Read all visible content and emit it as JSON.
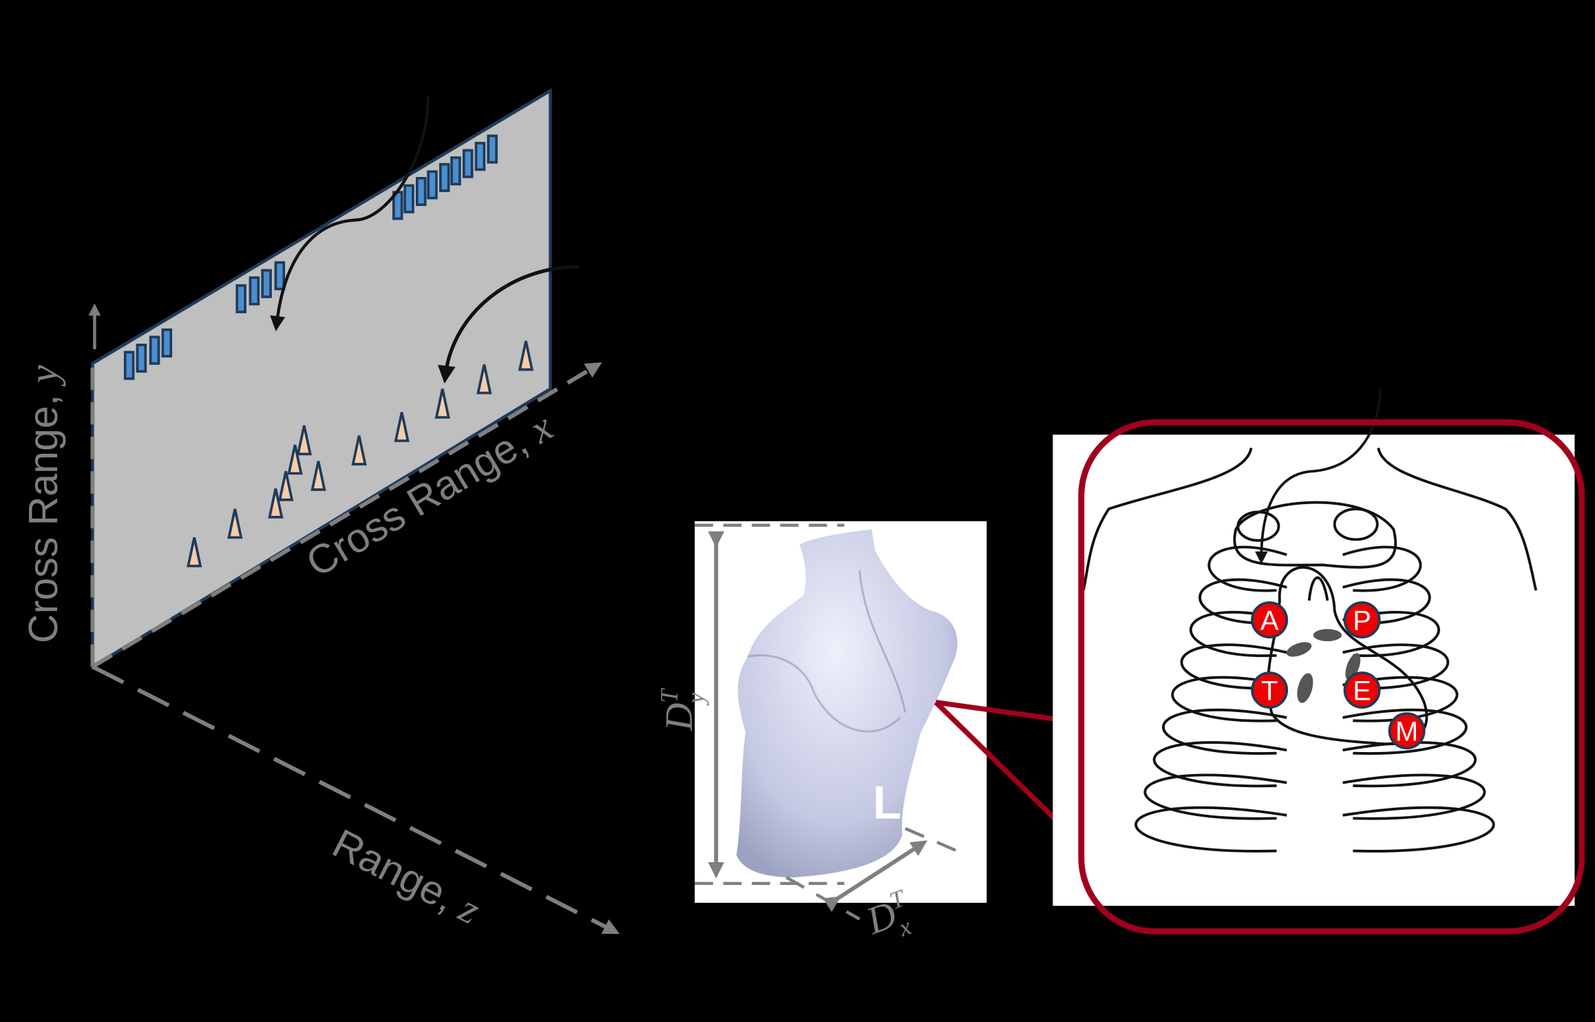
{
  "axes": {
    "y_label": "Cross Range, ",
    "y_var": "y",
    "x_label": "Cross Range, ",
    "x_var": "x",
    "z_label": "Range, ",
    "z_var": "z"
  },
  "torso": {
    "dim_y": "D",
    "dim_y_sub": "y",
    "dim_y_sup": "T",
    "dim_x": "D",
    "dim_x_sub": "x",
    "dim_x_sup": "T",
    "side_label": "L"
  },
  "heart_markers": [
    {
      "letter": "A"
    },
    {
      "letter": "P"
    },
    {
      "letter": "T"
    },
    {
      "letter": "E"
    },
    {
      "letter": "M"
    }
  ],
  "colors": {
    "background": "#000000",
    "plane_fill": "#bfbfbf",
    "plane_edge": "#1f3b5a",
    "bar_fill": "#4a8fd0",
    "triangle_fill": "#f8cba8",
    "axis": "#7f7f7f",
    "callout": "#a0001e",
    "marker": "#ee0000"
  }
}
